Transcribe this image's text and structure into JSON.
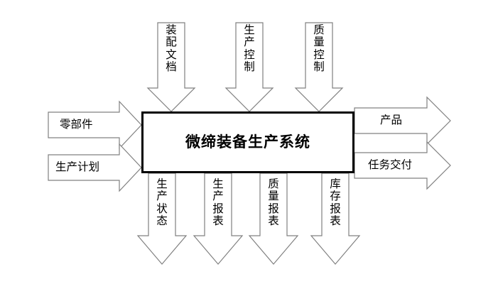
{
  "diagram": {
    "type": "idef0-context-diagram",
    "system": {
      "name": "微缔装备生产系统"
    },
    "inputs_top": [
      {
        "label": "装配文档"
      },
      {
        "label": "生产控制"
      },
      {
        "label": "质量控制"
      }
    ],
    "inputs_left": [
      {
        "label": "零部件"
      },
      {
        "label": "生产计划"
      }
    ],
    "outputs_right": [
      {
        "label": "产品"
      },
      {
        "label": "任务交付"
      }
    ],
    "outputs_bottom": [
      {
        "label": "生产状态"
      },
      {
        "label": "生产报表"
      },
      {
        "label": "质量报表"
      },
      {
        "label": "库存报表"
      }
    ]
  },
  "colors": {
    "background": "#ffffff",
    "box_border": "#000000",
    "arrow_stroke": "#808080",
    "arrow_fill": "#ffffff",
    "text": "#000000"
  }
}
